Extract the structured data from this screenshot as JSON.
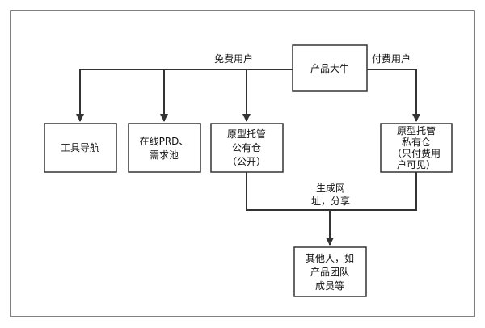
{
  "diagram": {
    "colors": {
      "background": "#ffffff",
      "stroke": "#333333",
      "text": "#111111",
      "frame": "#555555"
    },
    "nodes": {
      "root": {
        "label": "产品大牛"
      },
      "tool_nav": {
        "label": "工具导航"
      },
      "online_prd": {
        "lines": [
          "在线PRD、",
          "需求池"
        ]
      },
      "public_repo": {
        "lines": [
          "原型托管",
          "公有仓",
          "（公开）"
        ]
      },
      "private_repo": {
        "lines": [
          "原型托管",
          "私有仓",
          "（只付费用",
          "户可见）"
        ]
      },
      "others": {
        "lines": [
          "其他人，如",
          "产品团队",
          "成员等"
        ]
      }
    },
    "edge_labels": {
      "free_users": "免费用户",
      "paid_users": "付费用户",
      "share": [
        "生成网",
        "址，分享"
      ]
    }
  }
}
